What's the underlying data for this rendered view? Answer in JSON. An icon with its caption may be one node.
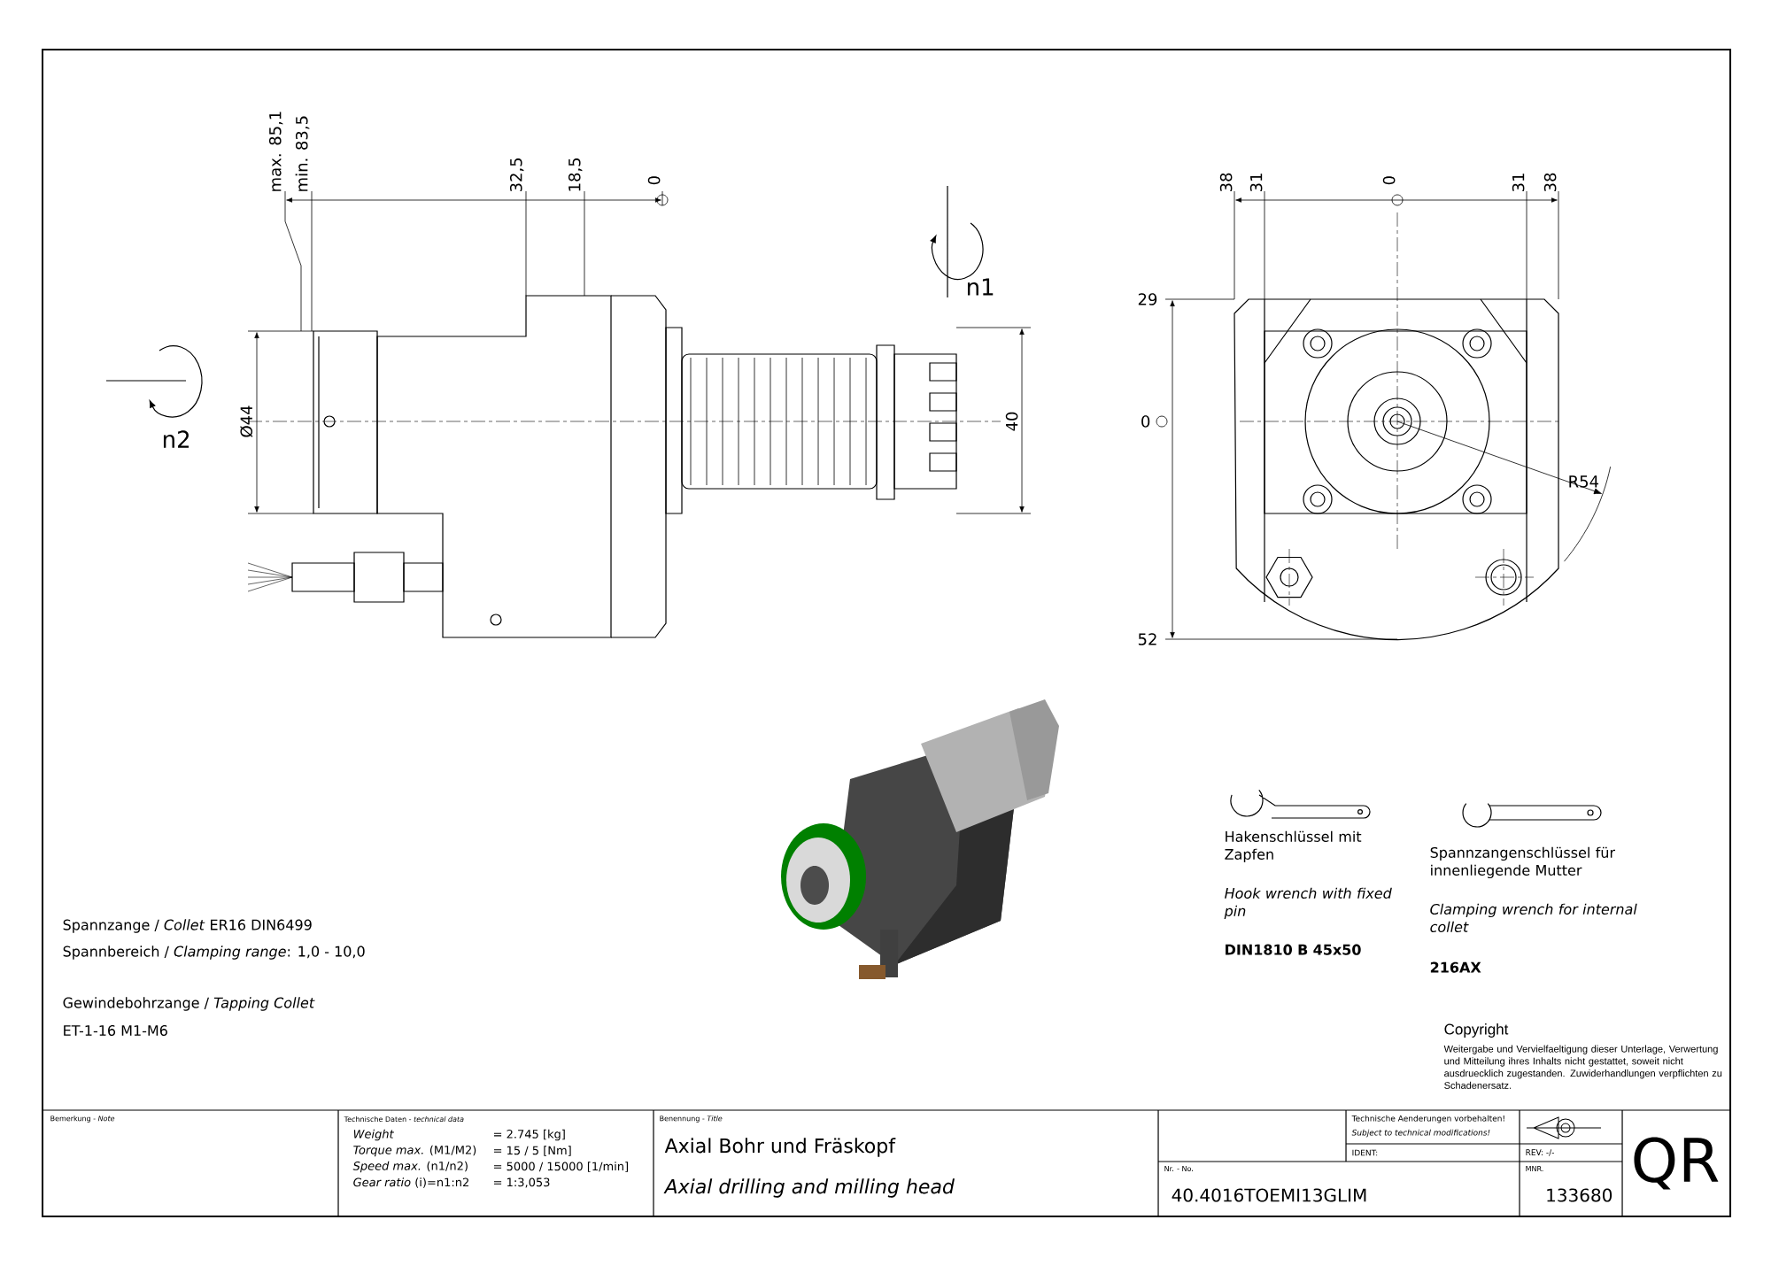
{
  "diagram": {
    "labels": [
      "max. 85,1",
      "min. 83,5",
      "32,5",
      "18,5",
      "0",
      "n1",
      "38",
      "31",
      "0",
      "31",
      "38",
      "29",
      "0",
      "52",
      "n2",
      "Ø44",
      "40",
      "R54",
      "Hakenschlüssel mit Zapfen",
      "Hook wrench with fixed pin",
      "DIN1810 B 45x50",
      "Spannzangenschlüssel für innenliegende Mutter",
      "Clamping wrench for internal collet",
      "216AX",
      "Spannzange / *Collet* ER16 DIN6499",
      "Spannbereich / *Clamping range*: 1,0 - 10,0",
      "Gewindebohrzange / *Tapping Collet*",
      "ET-1-16 M1-M6",
      "Copyright",
      "Weitergabe und Vervielfaeltigung dieser Unterlage, Verwertung und Mitteilung ihres Inhalts nicht gestattet, soweit nicht ausdruecklich zugestanden. Zuwiderhandlungen verpflichten zu Schadenersatz.",
      "Bemerkung - *Note*",
      "Technische Daten - *technical data*",
      "*Weight*",
      "= 2.745 [kg]",
      "*Torque max.* (M1/M2)",
      "= 15 / 5 [Nm]",
      "*Speed max.* (n1/n2)",
      "= 5000 / 15000 [1/min]",
      "*Gear ratio* (i)=n1:n2",
      "= 1:3,053",
      "Benennung - *Title*",
      "Axial Bohr und Fräskopf",
      "Axial drilling and milling head",
      "Technische Aenderungen vorbehalten!",
      "Subject to technical modifications!",
      "IDENT:",
      "REV: -/-",
      "Nr. - No.",
      "40.4016TOEMI13GLIM",
      "MNR.",
      "133680",
      "QR"
    ]
  }
}
